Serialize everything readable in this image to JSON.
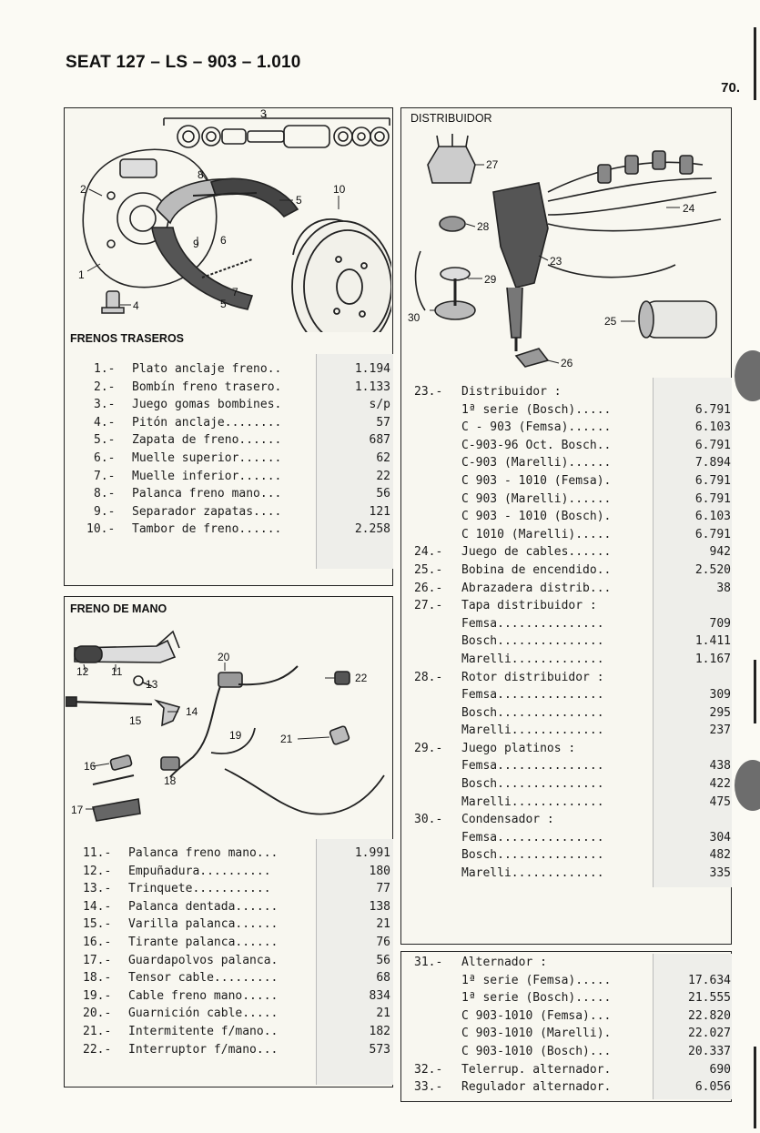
{
  "header": {
    "title": "SEAT 127 – LS – 903 – 1.010",
    "page_number": "70."
  },
  "panels": {
    "rear_brakes": {
      "title": "FRENOS TRASEROS",
      "callouts": [
        "1",
        "2",
        "3",
        "4",
        "5",
        "5",
        "6",
        "7",
        "8",
        "9",
        "10"
      ],
      "items": [
        {
          "num": "1.-",
          "desc": "Plato anclaje freno..",
          "price": "1.194"
        },
        {
          "num": "2.-",
          "desc": "Bombín freno trasero.",
          "price": "1.133"
        },
        {
          "num": "3.-",
          "desc": "Juego gomas bombines.",
          "price": "s/p"
        },
        {
          "num": "4.-",
          "desc": "Pitón anclaje........",
          "price": "57"
        },
        {
          "num": "5.-",
          "desc": "Zapata de freno......",
          "price": "687"
        },
        {
          "num": "6.-",
          "desc": "Muelle superior......",
          "price": "62"
        },
        {
          "num": "7.-",
          "desc": "Muelle inferior......",
          "price": "22"
        },
        {
          "num": "8.-",
          "desc": "Palanca freno mano...",
          "price": "56"
        },
        {
          "num": "9.-",
          "desc": "Separador zapatas....",
          "price": "121"
        },
        {
          "num": "10.-",
          "desc": "Tambor de freno......",
          "price": "2.258"
        }
      ]
    },
    "hand_brake": {
      "title": "FRENO DE MANO",
      "callouts": [
        "12",
        "11",
        "20",
        "13",
        "22",
        "14",
        "15",
        "21",
        "19",
        "16",
        "18",
        "17"
      ],
      "items": [
        {
          "num": "11.-",
          "desc": "Palanca freno mano...",
          "price": "1.991"
        },
        {
          "num": "12.-",
          "desc": "Empuñadura..........",
          "price": "180"
        },
        {
          "num": "13.-",
          "desc": "Trinquete...........",
          "price": "77"
        },
        {
          "num": "14.-",
          "desc": "Palanca dentada......",
          "price": "138"
        },
        {
          "num": "15.-",
          "desc": "Varilla palanca......",
          "price": "21"
        },
        {
          "num": "16.-",
          "desc": "Tirante palanca......",
          "price": "76"
        },
        {
          "num": "17.-",
          "desc": "Guardapolvos palanca.",
          "price": "56"
        },
        {
          "num": "18.-",
          "desc": "Tensor cable.........",
          "price": "68"
        },
        {
          "num": "19.-",
          "desc": "Cable freno mano.....",
          "price": "834"
        },
        {
          "num": "20.-",
          "desc": "Guarnición cable.....",
          "price": "21"
        },
        {
          "num": "21.-",
          "desc": "Intermitente f/mano..",
          "price": "182"
        },
        {
          "num": "22.-",
          "desc": "Interruptor f/mano...",
          "price": "573"
        }
      ]
    },
    "distributor": {
      "title": "DISTRIBUIDOR",
      "callouts": [
        "27",
        "24",
        "28",
        "23",
        "29",
        "30",
        "25",
        "26"
      ],
      "items": [
        {
          "num": "23.-",
          "desc": "Distribuidor :",
          "price": ""
        },
        {
          "num": "",
          "desc": "1ª serie (Bosch).....",
          "price": "6.791"
        },
        {
          "num": "",
          "desc": "C - 903 (Femsa)......",
          "price": "6.103"
        },
        {
          "num": "",
          "desc": "C-903-96 Oct. Bosch..",
          "price": "6.791"
        },
        {
          "num": "",
          "desc": "C-903 (Marelli)......",
          "price": "7.894"
        },
        {
          "num": "",
          "desc": "C 903 - 1010 (Femsa).",
          "price": "6.791"
        },
        {
          "num": "",
          "desc": "C 903 (Marelli)......",
          "price": "6.791"
        },
        {
          "num": "",
          "desc": "C 903 - 1010 (Bosch).",
          "price": "6.103"
        },
        {
          "num": "",
          "desc": "C 1010 (Marelli).....",
          "price": "6.791"
        },
        {
          "num": "24.-",
          "desc": "Juego de cables......",
          "price": "942"
        },
        {
          "num": "25.-",
          "desc": "Bobina de encendido..",
          "price": "2.520"
        },
        {
          "num": "26.-",
          "desc": "Abrazadera distrib...",
          "price": "38"
        },
        {
          "num": "27.-",
          "desc": "Tapa distribuidor :",
          "price": ""
        },
        {
          "num": "",
          "desc": "Femsa...............",
          "price": "709"
        },
        {
          "num": "",
          "desc": "Bosch...............",
          "price": "1.411"
        },
        {
          "num": "",
          "desc": "Marelli.............",
          "price": "1.167"
        },
        {
          "num": "28.-",
          "desc": "Rotor distribuidor :",
          "price": ""
        },
        {
          "num": "",
          "desc": "Femsa...............",
          "price": "309"
        },
        {
          "num": "",
          "desc": "Bosch...............",
          "price": "295"
        },
        {
          "num": "",
          "desc": "Marelli.............",
          "price": "237"
        },
        {
          "num": "29.-",
          "desc": "Juego platinos :",
          "price": ""
        },
        {
          "num": "",
          "desc": "Femsa...............",
          "price": "438"
        },
        {
          "num": "",
          "desc": "Bosch...............",
          "price": "422"
        },
        {
          "num": "",
          "desc": "Marelli.............",
          "price": "475"
        },
        {
          "num": "30.-",
          "desc": "Condensador :",
          "price": ""
        },
        {
          "num": "",
          "desc": "Femsa...............",
          "price": "304"
        },
        {
          "num": "",
          "desc": "Bosch...............",
          "price": "482"
        },
        {
          "num": "",
          "desc": "Marelli.............",
          "price": "335"
        }
      ]
    },
    "alternator": {
      "items": [
        {
          "num": "31.-",
          "desc": "Alternador :",
          "price": ""
        },
        {
          "num": "",
          "desc": "1ª serie (Femsa).....",
          "price": "17.634"
        },
        {
          "num": "",
          "desc": "1ª serie (Bosch).....",
          "price": "21.555"
        },
        {
          "num": "",
          "desc": "C 903-1010 (Femsa)...",
          "price": "22.820"
        },
        {
          "num": "",
          "desc": "C 903-1010 (Marelli).",
          "price": "22.027"
        },
        {
          "num": "",
          "desc": "C 903-1010 (Bosch)...",
          "price": "20.337"
        },
        {
          "num": "32.-",
          "desc": "Telerrup. alternador.",
          "price": "690"
        },
        {
          "num": "33.-",
          "desc": "Regulador alternador.",
          "price": "6.056"
        }
      ]
    }
  }
}
